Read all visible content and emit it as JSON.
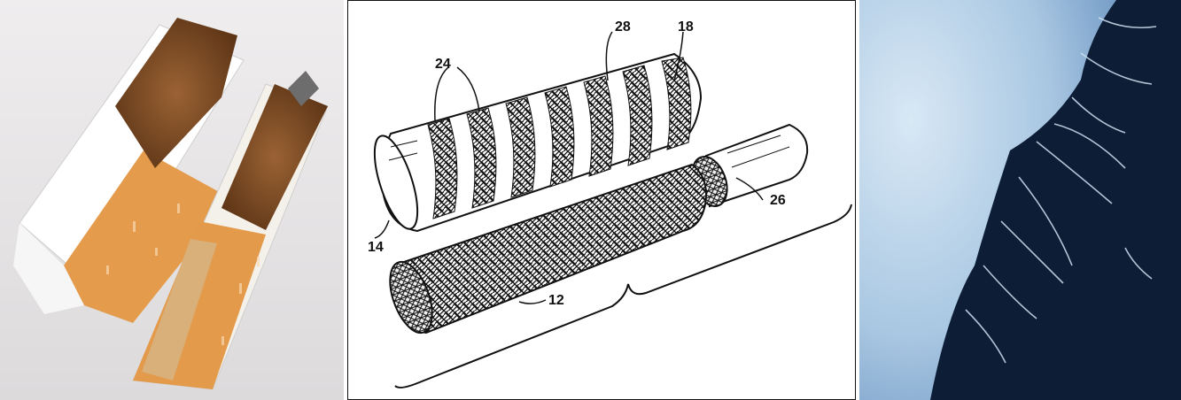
{
  "panels": [
    {
      "id": "cigarette-photo",
      "caption": ""
    },
    {
      "id": "patent-diagram",
      "caption": ""
    },
    {
      "id": "fiber-micrograph",
      "caption": ""
    }
  ],
  "diagram": {
    "labels": {
      "l24": "24",
      "l28": "28",
      "l18": "18",
      "l14": "14",
      "l26": "26",
      "l12": "12"
    }
  },
  "colors": {
    "filter_paper": "#e39a4a",
    "tobacco": "#7a4a22",
    "micro_bg": "#0c1d35",
    "fibers": "#bcd6ec"
  }
}
